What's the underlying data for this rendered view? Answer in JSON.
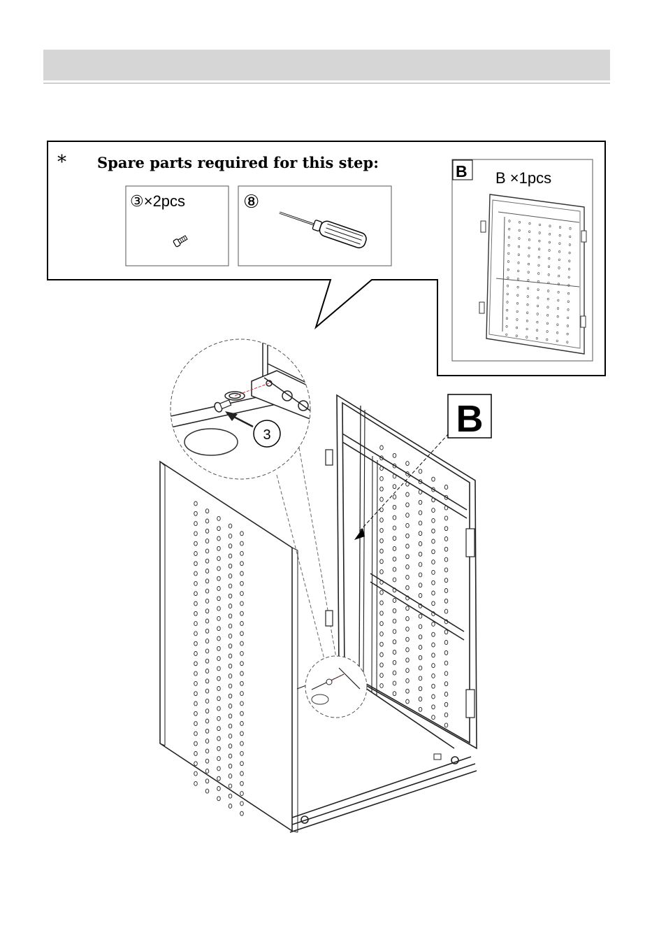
{
  "callout": {
    "asterisk": "*",
    "title": "Spare parts required for this step:"
  },
  "parts": [
    {
      "label": "③×2pcs",
      "icon": "screw-icon"
    },
    {
      "label": "⑧",
      "icon": "screwdriver-icon"
    }
  ],
  "panel_card": {
    "letter": "B",
    "quantity": "B ×1pcs",
    "icon": "pegboard-panel-icon"
  },
  "diagram": {
    "panel_marker": "B",
    "detail_callout_number": "3"
  }
}
